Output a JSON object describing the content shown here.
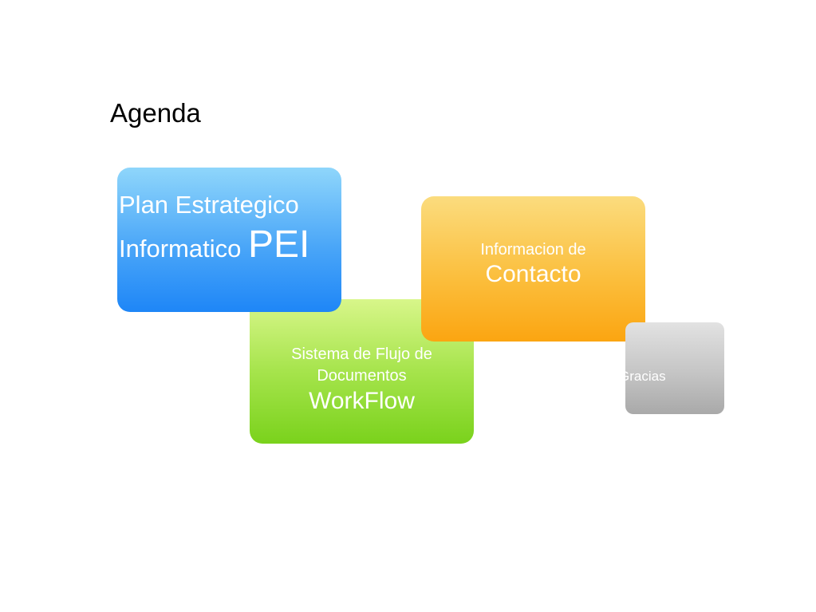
{
  "slide": {
    "title": "Agenda"
  },
  "items": {
    "pei": {
      "line1": "Plan Estrategico",
      "line2": "Informatico",
      "acronym": "PEI",
      "color": "#1e86f7"
    },
    "workflow": {
      "line1": "Sistema de Flujo de",
      "line2": "Documentos",
      "emphasis": "WorkFlow",
      "color": "#7ad21c"
    },
    "contacto": {
      "line1": "Informacion de",
      "emphasis": "Contacto",
      "color": "#fba511"
    },
    "gracias": {
      "label": "Gracias",
      "color": "#a9a9a9"
    }
  }
}
